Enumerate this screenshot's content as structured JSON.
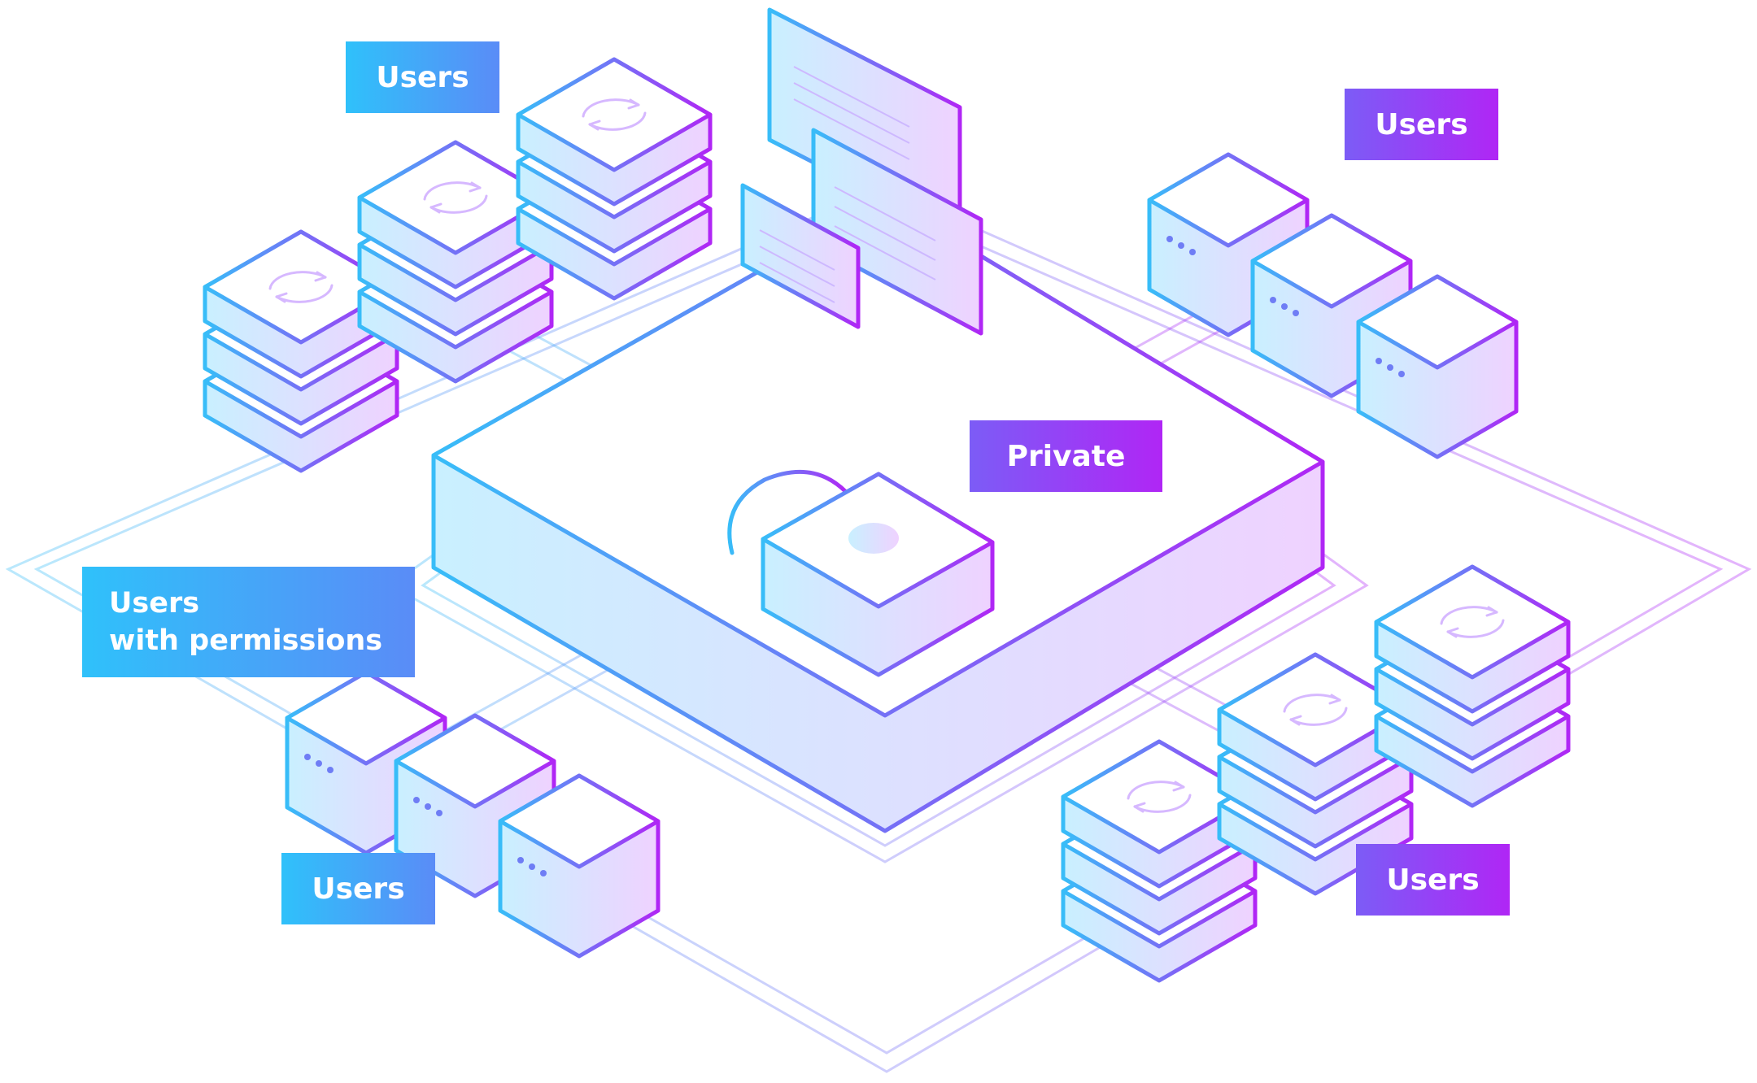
{
  "labels": {
    "users_top_left": "Users",
    "users_top_right": "Users",
    "private": "Private",
    "users_with_permissions_line1": "Users",
    "users_with_permissions_line2": "with permissions",
    "users_bottom_left": "Users",
    "users_bottom_right": "Users"
  },
  "colors": {
    "blue": "#38bdf8",
    "violet": "#b026f5",
    "fill_blue": "#cdeeff",
    "fill_violet": "#ecd2ff",
    "label_blue": "#2fbdf9",
    "label_violet": "#a62cf6"
  },
  "icons": [
    "lock-icon",
    "sync-icon",
    "dots-icon",
    "document-icon"
  ]
}
